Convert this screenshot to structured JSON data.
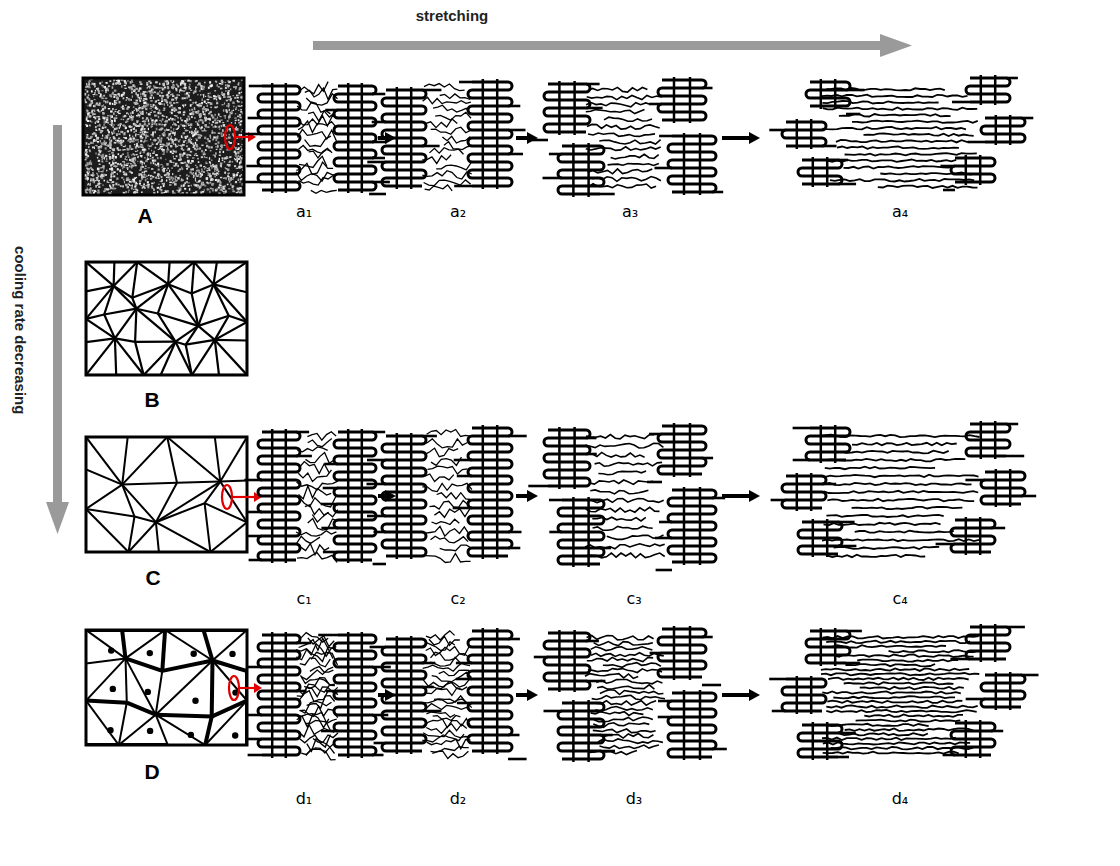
{
  "diagram": {
    "labels": [
      "stretching",
      "cooling rate decreasing",
      "A",
      "a₁",
      "a₂",
      "a₃",
      "a₄",
      "B",
      "C",
      "c₁",
      "c₂",
      "c₃",
      "c₄",
      "D",
      "d₁",
      "d₂",
      "d₃",
      "d₄"
    ]
  }
}
